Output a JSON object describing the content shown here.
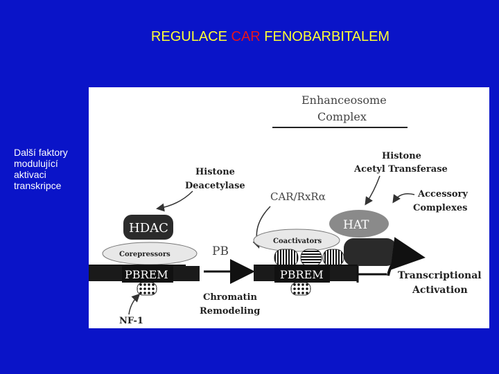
{
  "title": {
    "part1": "REGULACE ",
    "part2": "CAR",
    "part3": " FENOBARBITALEM"
  },
  "sidebar": {
    "lines": [
      "Další faktory",
      "modulující",
      "aktivaci",
      "transkripce"
    ]
  },
  "diagram": {
    "enhanceosome_line1": "Enhanceosome",
    "enhanceosome_line2": "Complex",
    "histone_deacetylase_line1": "Histone",
    "histone_deacetylase_line2": "Deacetylase",
    "histone_acetyl_line1": "Histone",
    "histone_acetyl_line2": "Acetyl Transferase",
    "car_rxr": "CAR/RxRα",
    "accessory_line1": "Accessory",
    "accessory_line2": "Complexes",
    "hdac": "HDAC",
    "hat": "HAT",
    "corepressors": "Corepressors",
    "coactivators": "Coactivators",
    "pb": "PB",
    "pbrem_left": "PBREM",
    "pbrem_right": "PBREM",
    "transcriptional_line1": "Transcriptional",
    "transcriptional_line2": "Activation",
    "chromatin_line1": "Chromatin",
    "chromatin_line2": "Remodeling",
    "nf1": "NF-1"
  },
  "colors": {
    "background": "#0a14c8",
    "title": "#ffff33",
    "title_accent": "#e8141c",
    "sidebar_text": "#ffffff"
  }
}
